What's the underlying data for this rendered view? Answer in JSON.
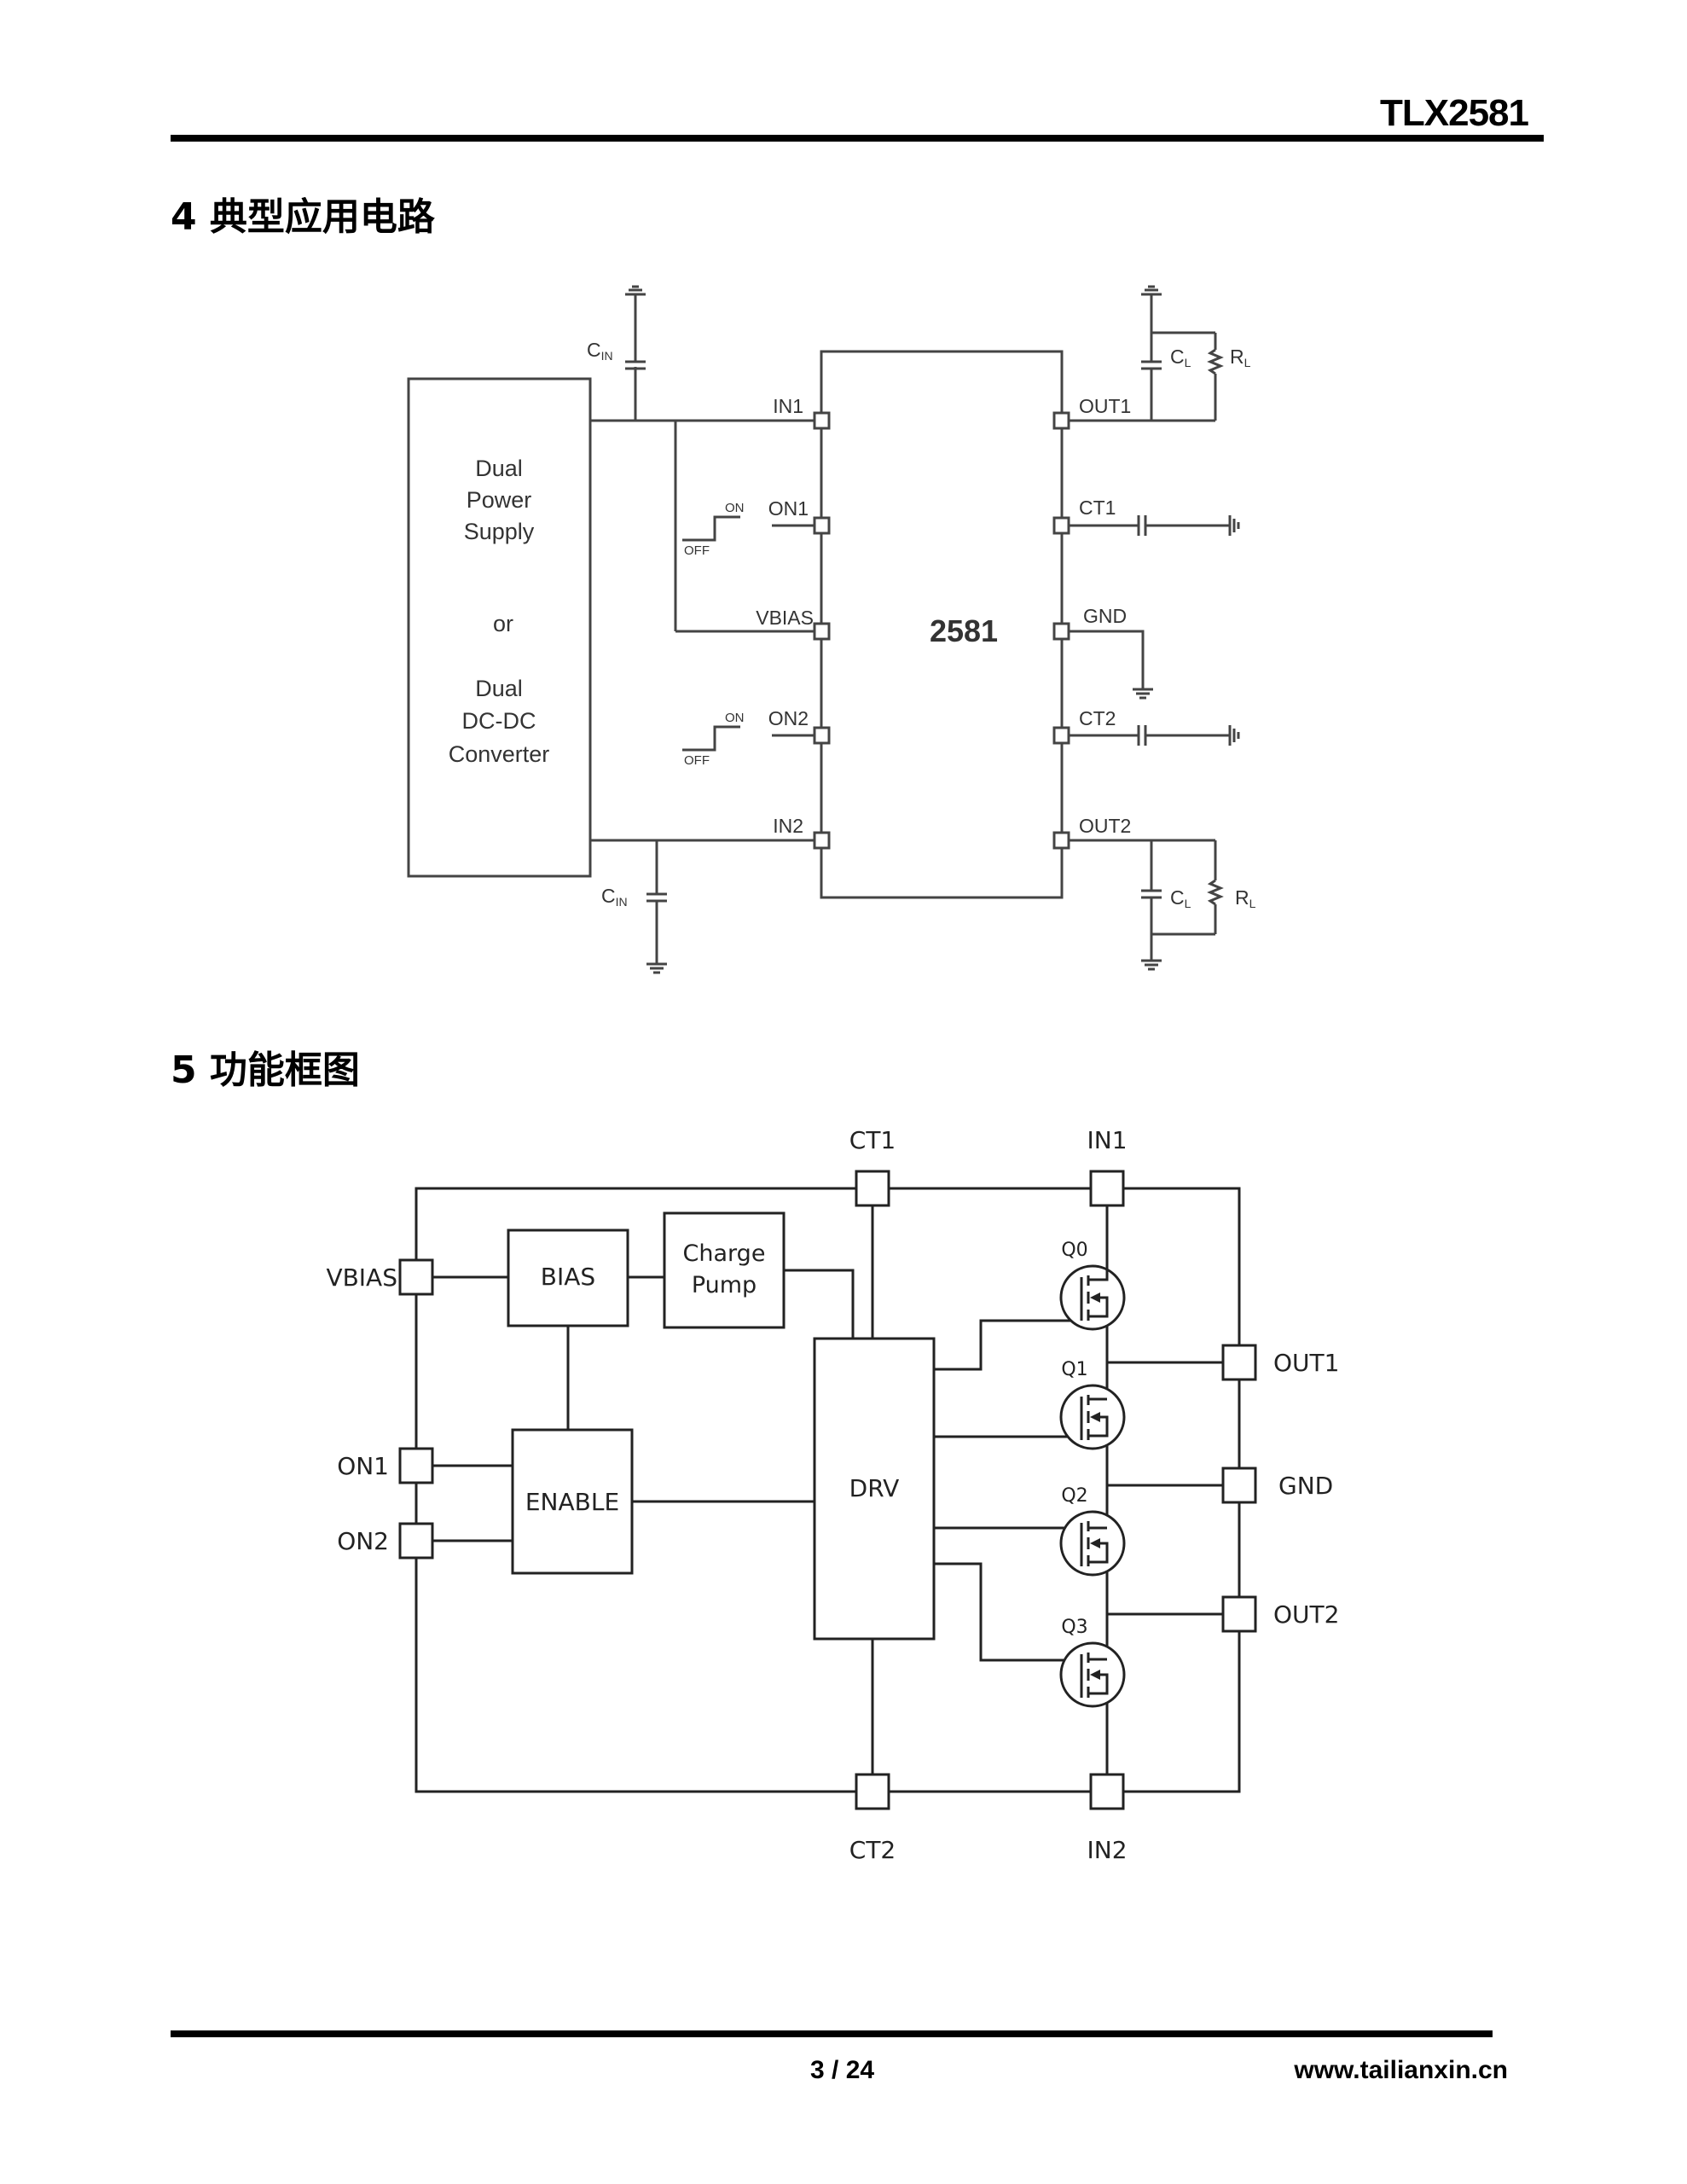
{
  "header": {
    "doc_title": "TLX2581"
  },
  "sections": [
    {
      "number": "4",
      "title": "典型应用电路",
      "heading": "4 典型应用电路"
    },
    {
      "number": "5",
      "title": "功能框图",
      "heading": "5 功能框图"
    }
  ],
  "typical_application": {
    "source_block": {
      "line1": "Dual",
      "line2": "Power",
      "line3": "Supply",
      "or": "or",
      "line4": "Dual",
      "line5": "DC-DC",
      "line6": "Converter"
    },
    "ic_label": "2581",
    "left_pins": [
      "IN1",
      "ON1",
      "VBIAS",
      "ON2",
      "IN2"
    ],
    "right_pins": [
      "OUT1",
      "CT1",
      "GND",
      "CT2",
      "OUT2"
    ],
    "switch_labels": {
      "on": "ON",
      "off": "OFF"
    },
    "components": {
      "cin_main": "C",
      "cin_sub": "IN",
      "cl_main": "C",
      "cl_sub": "L",
      "rl_main": "R",
      "rl_sub": "L"
    }
  },
  "block_diagram": {
    "pins": {
      "vbias": "VBIAS",
      "on1": "ON1",
      "on2": "ON2",
      "ct1": "CT1",
      "in1": "IN1",
      "ct2": "CT2",
      "in2": "IN2",
      "out1": "OUT1",
      "gnd": "GND",
      "out2": "OUT2"
    },
    "blocks": {
      "bias": "BIAS",
      "charge_pump_line1": "Charge",
      "charge_pump_line2": "Pump",
      "enable": "ENABLE",
      "drv": "DRV"
    },
    "transistors": [
      "Q0",
      "Q1",
      "Q2",
      "Q3"
    ]
  },
  "footer": {
    "page": "3 / 24",
    "website": "www.tailianxin.cn"
  }
}
